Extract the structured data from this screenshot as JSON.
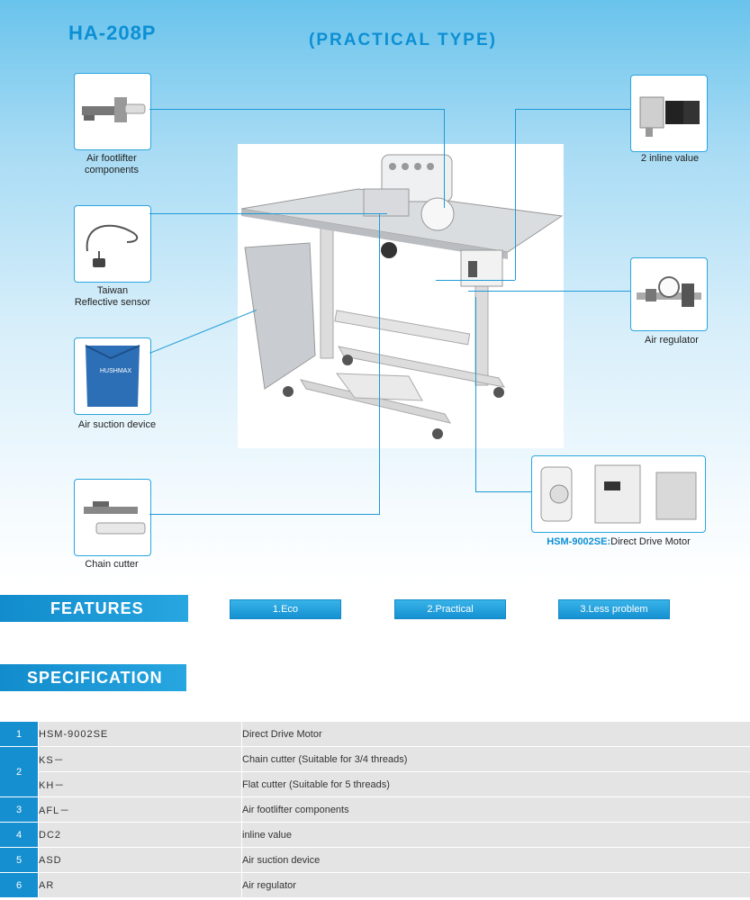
{
  "header": {
    "model": "HA-208P",
    "subtitle": "(PRACTICAL  TYPE)"
  },
  "callouts": {
    "footlifter": {
      "line1": "Air footlifter",
      "line2": "components"
    },
    "sensor": {
      "line1": "Taiwan",
      "line2": "Reflective sensor"
    },
    "suction": {
      "label": "Air suction device",
      "bag_brand": "HUSHMAX"
    },
    "chain_cutter": {
      "label": "Chain cutter"
    },
    "inline_value": {
      "label": "2 inline value"
    },
    "air_regulator": {
      "label": "Air regulator"
    },
    "motor": {
      "model": "HSM-9002SE:",
      "desc": "Direct Drive Motor"
    }
  },
  "features": {
    "title": "FEATURES",
    "items": [
      "1.Eco",
      "2.Practical",
      "3.Less problem"
    ]
  },
  "specification": {
    "title": "SPECIFICATION",
    "rows": [
      {
        "num": "1",
        "code": "HSM-9002SE",
        "desc": "Direct Drive Motor"
      },
      {
        "num": "2",
        "code": "KS－",
        "desc": "Chain cutter (Suitable for 3/4 threads)"
      },
      {
        "num": "",
        "code": "KH－",
        "desc": "Flat cutter (Suitable for 5 threads)"
      },
      {
        "num": "3",
        "code": "AFL－",
        "desc": "Air footlifter components"
      },
      {
        "num": "4",
        "code": "DC2",
        "desc": "inline value"
      },
      {
        "num": "5",
        "code": "ASD",
        "desc": "Air suction device"
      },
      {
        "num": "6",
        "code": "AR",
        "desc": "Air regulator"
      }
    ]
  },
  "colors": {
    "accent": "#168fd0",
    "table_bg": "#e4e4e4"
  }
}
